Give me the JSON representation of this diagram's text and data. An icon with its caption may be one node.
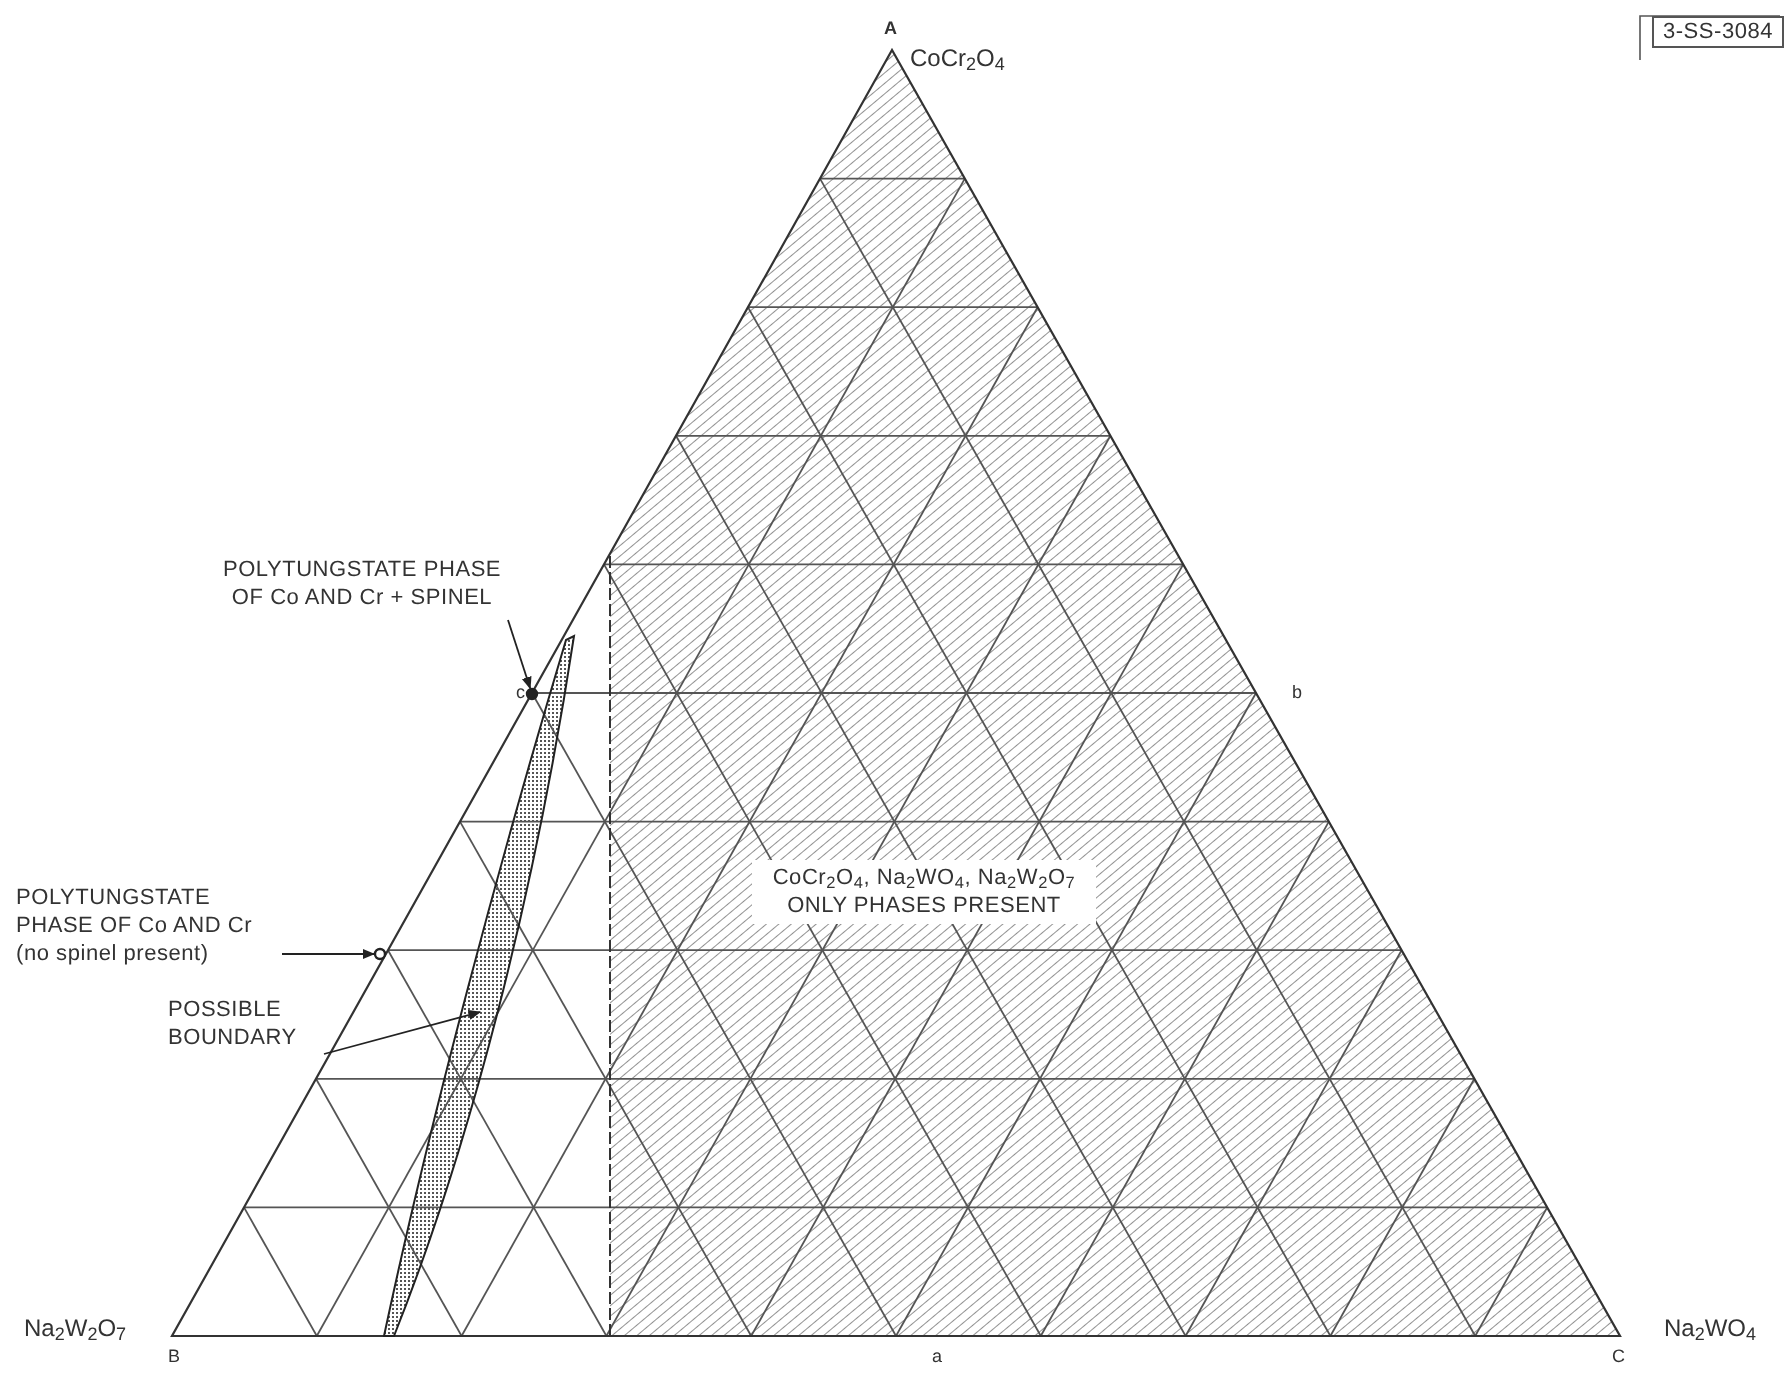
{
  "diagram": {
    "nodes": [
      {
        "text": [
          "POLYTUNGSTATE PHASE OF Co AND Cr + SPINEL"
        ]
      },
      {
        "text": [],
        "shape": "circle"
      },
      {
        "text": [
          "POLYTUNGSTATE PHASE OF Co AND Cr (no spinel present)"
        ]
      },
      {
        "text": [],
        "shape": "circle"
      },
      {
        "text": [
          "POSSIBLE BOUNDARY"
        ]
      },
      {
        "text": [],
        "shape": "band"
      },
      {
        "text": [
          "CoCr$_{2}$O$_{4}$, Na$_{2}$WO$_{4}$, Na$_{2}$W$_{2}$O$_{7}$ ONLY PHASES PRESENT"
        ]
      },
      {
        "text": [
          "3-SS-3084"
        ]
      }
    ],
    "edges": [
      {
        "from": 0,
        "to": 1,
        "arrow": "to"
      },
      {
        "from": 2,
        "to": 3,
        "arrow": "to"
      },
      {
        "from": 4,
        "to": 5,
        "arrow": "to"
      }
    ],
    "labels": [
      "A",
      "CoCr$_{2}$O$_{4}$",
      "b",
      "c",
      "Na$_{2}$W$_{2}$O$_{7}$",
      "B",
      "a",
      "C",
      "Na$_{2}$WO$_{4}$"
    ]
  }
}
